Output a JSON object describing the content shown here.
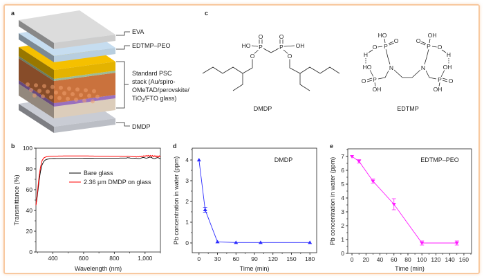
{
  "panel_labels": {
    "a": "a",
    "b": "b",
    "c": "c",
    "d": "d",
    "e": "e"
  },
  "panel_a": {
    "eva": "EVA",
    "edtmp_peo": "EDTMP–PEO",
    "psc_line1": "Standard PSC",
    "psc_line2": "stack (Au/spiro-",
    "psc_line3": "OMeTAD/perovskite/",
    "psc_line4_pre": "TiO",
    "psc_line4_sub": "2",
    "psc_line4_post": "/FTO glass)",
    "dmdp": "DMDP",
    "colors": {
      "eva": "#dcdcdc",
      "edtmp_peo": "#c6ddf0",
      "gold": "#f5c000",
      "green": "#a9c9a2",
      "perovskite": "#d97b42",
      "purple": "#a678cc",
      "fto": "#eddcc9",
      "dmdp": "#c9ccd4"
    }
  },
  "panel_c": {
    "dmdp_name": "DMDP",
    "edtmp_name": "EDTMP",
    "dmdp_atoms": [
      "O",
      "O",
      "HO",
      "OH",
      "P",
      "P",
      "O",
      "O"
    ],
    "edtmp_atoms_left": [
      "N",
      "HO",
      "P",
      "O",
      "O",
      "H",
      "HO",
      "P",
      "O",
      "OH"
    ],
    "edtmp_atoms_right": [
      "N",
      "OH",
      "P",
      "O",
      "O",
      "H",
      "OH",
      "P",
      "O",
      "OH"
    ]
  },
  "chart_data": [
    {
      "panel": "b",
      "type": "line",
      "title": "",
      "xlabel": "Wavelength (nm)",
      "ylabel": "Transmittance (%)",
      "xlim": [
        290,
        1100
      ],
      "ylim": [
        0,
        100
      ],
      "xticks": [
        400,
        600,
        800,
        1000
      ],
      "xtick_labels": [
        "400",
        "600",
        "800",
        "1,000"
      ],
      "yticks": [
        0,
        20,
        40,
        60,
        80,
        100
      ],
      "ytick_labels": [
        "0",
        "20",
        "40",
        "60",
        "80",
        "100"
      ],
      "legend_position": "center-right",
      "x": [
        290,
        300,
        310,
        320,
        330,
        340,
        350,
        360,
        380,
        400,
        500,
        600,
        700,
        800,
        900,
        1000,
        1100
      ],
      "series": [
        {
          "name": "Bare glass",
          "color": "#000000",
          "values": [
            45,
            55,
            68,
            78,
            84,
            87,
            88.5,
            89.2,
            89.8,
            90,
            90.2,
            90.3,
            90.4,
            90.4,
            90.5,
            90.5,
            90.5
          ]
        },
        {
          "name": "2.36 μm DMDP on glass",
          "color": "#ff0000",
          "values": [
            45,
            58,
            72,
            82,
            88,
            90.5,
            91.3,
            91.8,
            92.2,
            92.3,
            92.5,
            92.5,
            92.3,
            92.2,
            92,
            92.2,
            92.3
          ]
        }
      ]
    },
    {
      "panel": "d",
      "type": "line",
      "title": "",
      "annotation": "DMDP",
      "xlabel": "Time (min)",
      "ylabel": "Pb concentration in water (ppm)",
      "xlim": [
        -11,
        191
      ],
      "ylim": [
        -0.47,
        4.57
      ],
      "xticks": [
        0,
        30,
        60,
        90,
        120,
        150,
        180
      ],
      "xtick_labels": [
        "0",
        "30",
        "60",
        "90",
        "120",
        "150",
        "180"
      ],
      "yticks": [
        0,
        1,
        2,
        3,
        4
      ],
      "ytick_labels": [
        "0",
        "1",
        "2",
        "3",
        "4"
      ],
      "marker": "triangle-up",
      "x": [
        0,
        10,
        30,
        60,
        100,
        180
      ],
      "series": [
        {
          "name": "DMDP",
          "color": "#2a2aff",
          "values": [
            4.0,
            1.6,
            0.05,
            0.02,
            0.02,
            0.02
          ],
          "errors": [
            0.03,
            0.12,
            0.03,
            0.02,
            0.02,
            0.02
          ]
        }
      ]
    },
    {
      "panel": "e",
      "type": "line",
      "title": "",
      "annotation": "EDTMP–PEO",
      "xlabel": "Time (min)",
      "ylabel": "Pb concentration in water (ppm)",
      "xlim": [
        -6,
        171
      ],
      "ylim": [
        0,
        7.55
      ],
      "xticks": [
        0,
        20,
        40,
        60,
        80,
        100,
        120,
        140,
        160
      ],
      "xtick_labels": [
        "0",
        "20",
        "40",
        "60",
        "80",
        "100",
        "120",
        "140",
        "160"
      ],
      "yticks": [
        0,
        1,
        2,
        3,
        4,
        5,
        6,
        7
      ],
      "ytick_labels": [
        "0",
        "1",
        "2",
        "3",
        "4",
        "5",
        "6",
        "7"
      ],
      "marker": "triangle-down",
      "x": [
        0,
        10,
        30,
        60,
        100,
        150
      ],
      "series": [
        {
          "name": "EDTMP–PEO",
          "color": "#ff1aff",
          "values": [
            7.0,
            6.65,
            5.22,
            3.55,
            0.75,
            0.75
          ],
          "errors": [
            0.05,
            0.12,
            0.15,
            0.4,
            0.15,
            0.15
          ]
        }
      ]
    }
  ]
}
